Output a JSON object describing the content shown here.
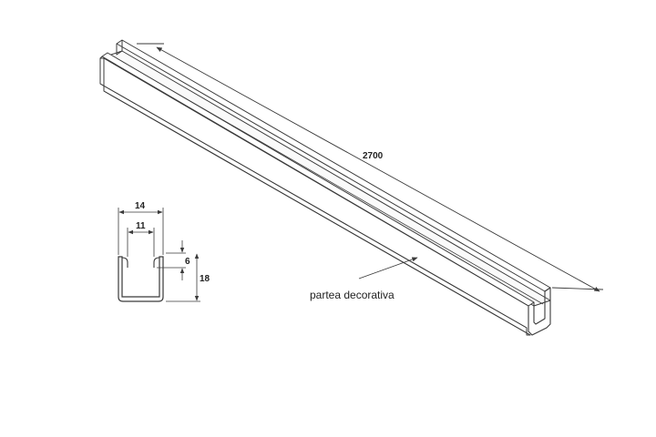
{
  "drawing": {
    "dimensions": {
      "length": "2700",
      "outer_width": "14",
      "inner_width": "11",
      "lip_depth": "6",
      "height": "18"
    },
    "callout": "partea decorativa"
  },
  "colors": {
    "line": "#3a3a3a",
    "profile_fill": "#ffffff",
    "background": "#ffffff"
  }
}
